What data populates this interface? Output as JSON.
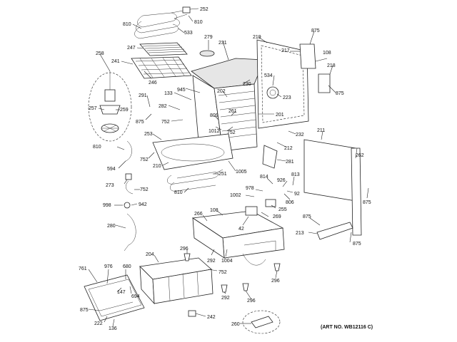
{
  "art_number": "(ART NO. WB12116 C)",
  "labels": [
    {
      "id": "252",
      "text": "252"
    },
    {
      "id": "810a",
      "text": "810"
    },
    {
      "id": "810b",
      "text": "810"
    },
    {
      "id": "533",
      "text": "533"
    },
    {
      "id": "247",
      "text": "247"
    },
    {
      "id": "241",
      "text": "241"
    },
    {
      "id": "246",
      "text": "246"
    },
    {
      "id": "279",
      "text": "279"
    },
    {
      "id": "231",
      "text": "231"
    },
    {
      "id": "219",
      "text": "219"
    },
    {
      "id": "875a",
      "text": "875"
    },
    {
      "id": "217",
      "text": "217"
    },
    {
      "id": "108a",
      "text": "108"
    },
    {
      "id": "218",
      "text": "218"
    },
    {
      "id": "875b",
      "text": "875"
    },
    {
      "id": "258",
      "text": "258"
    },
    {
      "id": "534",
      "text": "534"
    },
    {
      "id": "230",
      "text": "230"
    },
    {
      "id": "945",
      "text": "945"
    },
    {
      "id": "202",
      "text": "202"
    },
    {
      "id": "223",
      "text": "223"
    },
    {
      "id": "133",
      "text": "133"
    },
    {
      "id": "291",
      "text": "291"
    },
    {
      "id": "282",
      "text": "282"
    },
    {
      "id": "261",
      "text": "261"
    },
    {
      "id": "809",
      "text": "809"
    },
    {
      "id": "201",
      "text": "201"
    },
    {
      "id": "257",
      "text": "257"
    },
    {
      "id": "259",
      "text": "259"
    },
    {
      "id": "875c",
      "text": "875"
    },
    {
      "id": "752a",
      "text": "752"
    },
    {
      "id": "752b",
      "text": "752"
    },
    {
      "id": "1012",
      "text": "1012"
    },
    {
      "id": "232",
      "text": "232"
    },
    {
      "id": "211",
      "text": "211"
    },
    {
      "id": "253",
      "text": "253"
    },
    {
      "id": "212",
      "text": "212"
    },
    {
      "id": "810c",
      "text": "810"
    },
    {
      "id": "752c",
      "text": "752"
    },
    {
      "id": "281",
      "text": "281"
    },
    {
      "id": "262",
      "text": "262"
    },
    {
      "id": "210",
      "text": "210"
    },
    {
      "id": "594",
      "text": "594"
    },
    {
      "id": "1005",
      "text": "1005"
    },
    {
      "id": "251",
      "text": "251"
    },
    {
      "id": "814",
      "text": "814"
    },
    {
      "id": "926",
      "text": "926"
    },
    {
      "id": "813",
      "text": "813"
    },
    {
      "id": "273",
      "text": "273"
    },
    {
      "id": "752d",
      "text": "752"
    },
    {
      "id": "810d",
      "text": "810"
    },
    {
      "id": "978",
      "text": "978"
    },
    {
      "id": "806",
      "text": "806"
    },
    {
      "id": "92",
      "text": "92"
    },
    {
      "id": "875d",
      "text": "875"
    },
    {
      "id": "1002",
      "text": "1002"
    },
    {
      "id": "998",
      "text": "998"
    },
    {
      "id": "942",
      "text": "942"
    },
    {
      "id": "255",
      "text": "255"
    },
    {
      "id": "108b",
      "text": "108"
    },
    {
      "id": "266",
      "text": "266"
    },
    {
      "id": "269",
      "text": "269"
    },
    {
      "id": "875e",
      "text": "875"
    },
    {
      "id": "280",
      "text": "280"
    },
    {
      "id": "42",
      "text": "42"
    },
    {
      "id": "213",
      "text": "213"
    },
    {
      "id": "875f",
      "text": "875"
    },
    {
      "id": "296a",
      "text": "296"
    },
    {
      "id": "292a",
      "text": "292"
    },
    {
      "id": "1004",
      "text": "1004"
    },
    {
      "id": "204",
      "text": "204"
    },
    {
      "id": "761",
      "text": "761"
    },
    {
      "id": "976",
      "text": "976"
    },
    {
      "id": "680",
      "text": "680"
    },
    {
      "id": "752e",
      "text": "752"
    },
    {
      "id": "296b",
      "text": "296"
    },
    {
      "id": "147",
      "text": "147"
    },
    {
      "id": "694",
      "text": "694"
    },
    {
      "id": "292b",
      "text": "292"
    },
    {
      "id": "296c",
      "text": "296"
    },
    {
      "id": "875g",
      "text": "875"
    },
    {
      "id": "222",
      "text": "222"
    },
    {
      "id": "136",
      "text": "136"
    },
    {
      "id": "242",
      "text": "242"
    },
    {
      "id": "260",
      "text": "260"
    }
  ]
}
